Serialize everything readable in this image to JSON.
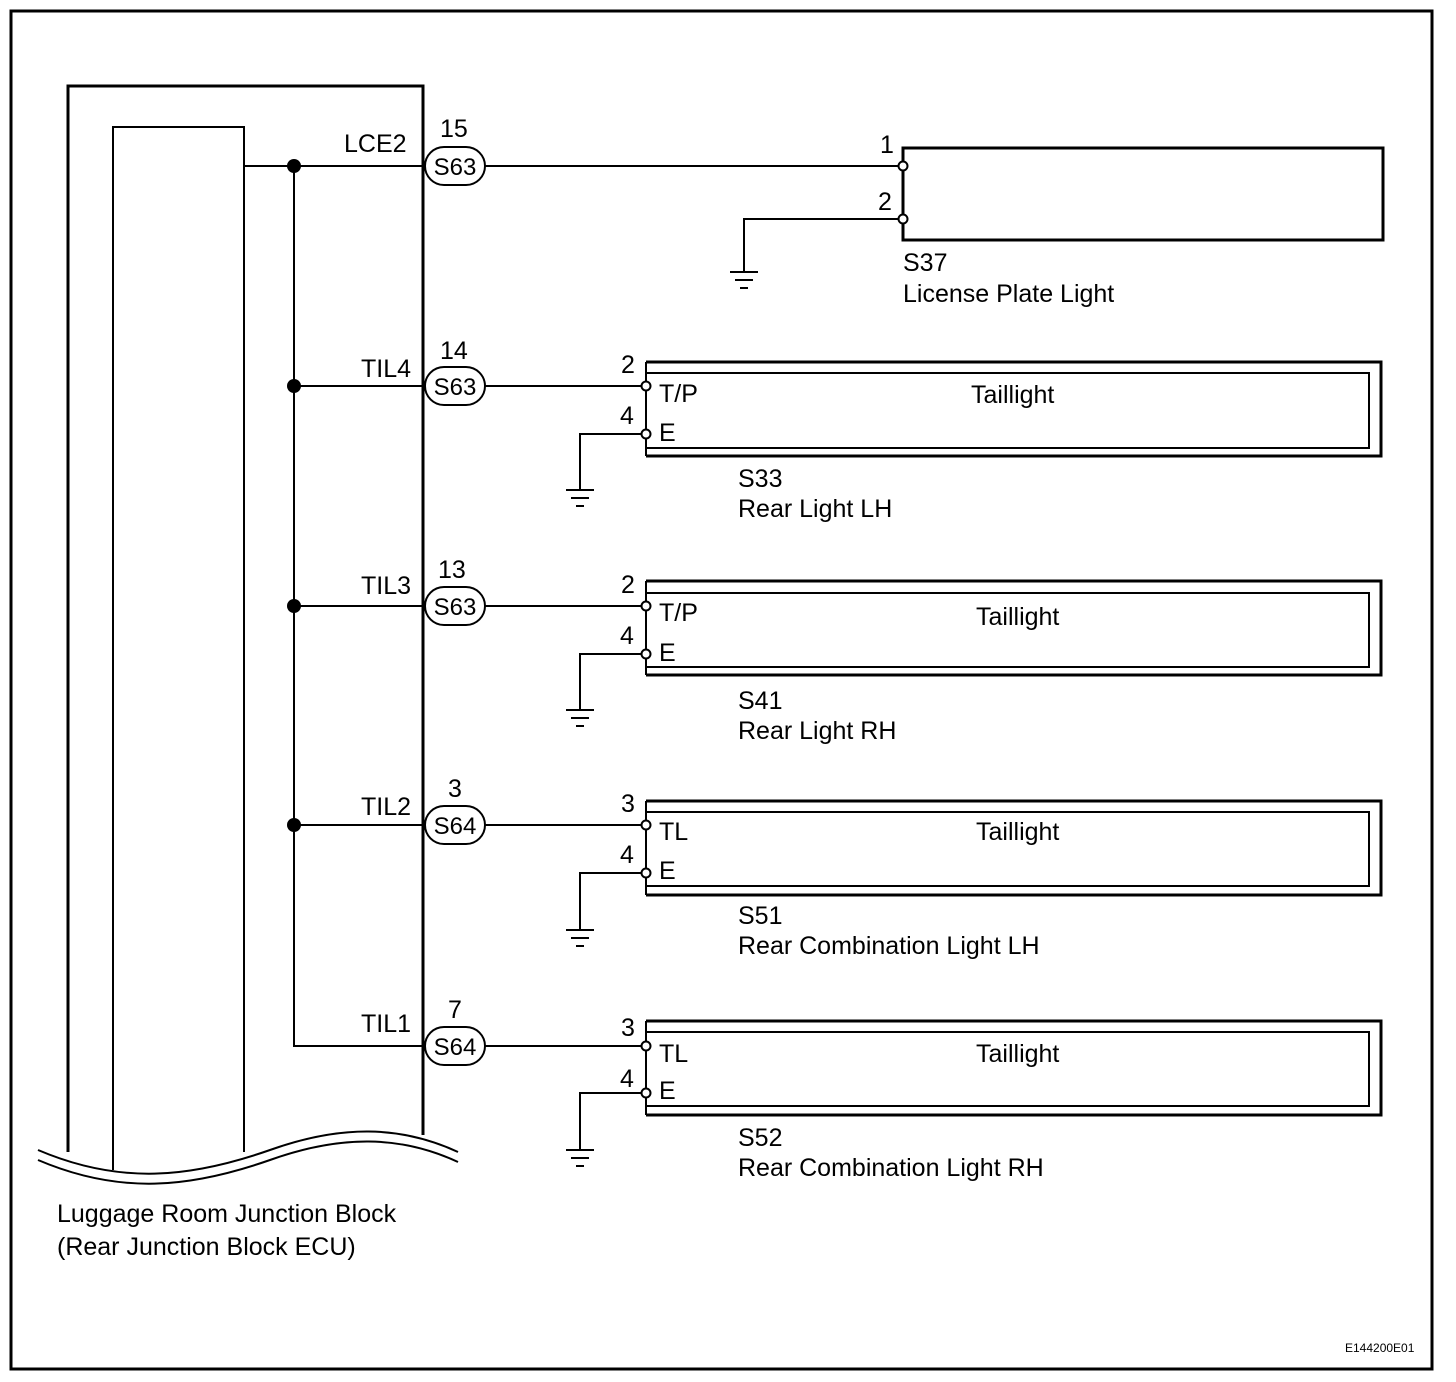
{
  "figure_code": "E144200E01",
  "junction_block": {
    "label_line1": "Luggage Room Junction Block",
    "label_line2": "(Rear Junction Block ECU)"
  },
  "circuits": [
    {
      "signal": "LCE2",
      "connector": "S63",
      "pin": "15",
      "component_code": "S37",
      "component_name": "License Plate Light",
      "in_pin": "1",
      "gnd_pin": "2",
      "in_term": "",
      "gnd_term": "",
      "inner_label": ""
    },
    {
      "signal": "TIL4",
      "connector": "S63",
      "pin": "14",
      "component_code": "S33",
      "component_name": "Rear Light LH",
      "in_pin": "2",
      "gnd_pin": "4",
      "in_term": "T/P",
      "gnd_term": "E",
      "inner_label": "Taillight"
    },
    {
      "signal": "TIL3",
      "connector": "S63",
      "pin": "13",
      "component_code": "S41",
      "component_name": "Rear Light RH",
      "in_pin": "2",
      "gnd_pin": "4",
      "in_term": "T/P",
      "gnd_term": "E",
      "inner_label": "Taillight"
    },
    {
      "signal": "TIL2",
      "connector": "S64",
      "pin": "3",
      "component_code": "S51",
      "component_name": "Rear Combination Light LH",
      "in_pin": "3",
      "gnd_pin": "4",
      "in_term": "TL",
      "gnd_term": "E",
      "inner_label": "Taillight"
    },
    {
      "signal": "TIL1",
      "connector": "S64",
      "pin": "7",
      "component_code": "S52",
      "component_name": "Rear Combination Light RH",
      "in_pin": "3",
      "gnd_pin": "4",
      "in_term": "TL",
      "gnd_term": "E",
      "inner_label": "Taillight"
    }
  ]
}
